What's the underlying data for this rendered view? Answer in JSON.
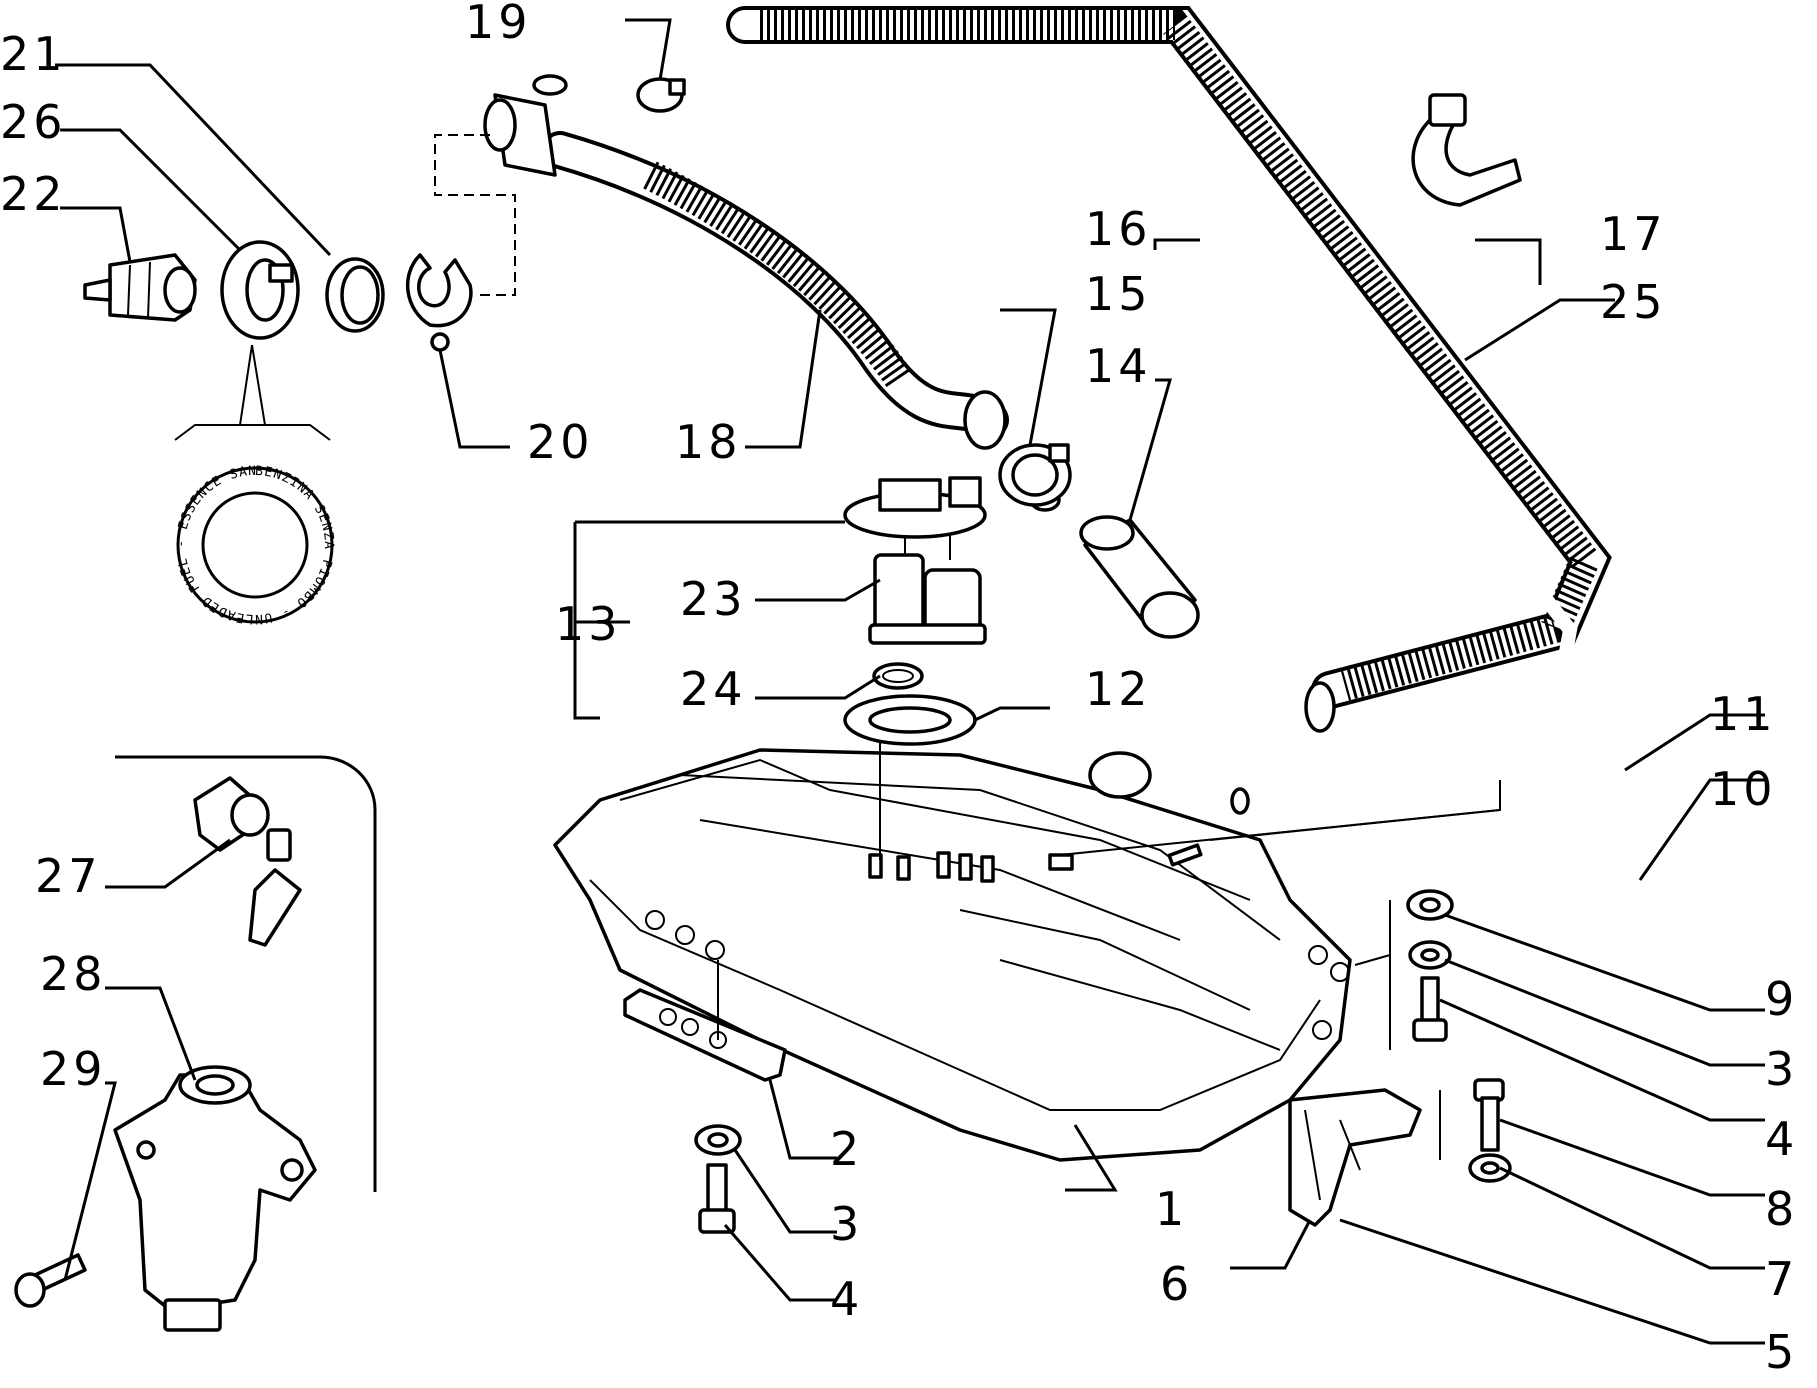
{
  "callouts": {
    "n1": "1",
    "n2": "2",
    "n3a": "3",
    "n3b": "3",
    "n4a": "4",
    "n4b": "4",
    "n5": "5",
    "n6": "6",
    "n7": "7",
    "n8": "8",
    "n9": "9",
    "n10": "10",
    "n11": "11",
    "n12": "12",
    "n13": "13",
    "n14": "14",
    "n15": "15",
    "n16": "16",
    "n17": "17",
    "n18": "18",
    "n19": "19",
    "n20": "20",
    "n21": "21",
    "n22": "22",
    "n23": "23",
    "n24": "24",
    "n25": "25",
    "n26": "26",
    "n27": "27",
    "n28": "28",
    "n29": "29"
  },
  "cap_stamp": "BENZINA SENZA PIOMBO - UNLEADED FUEL - ESSENCE SANS PLOMB - BLEIFREI BENZIN"
}
